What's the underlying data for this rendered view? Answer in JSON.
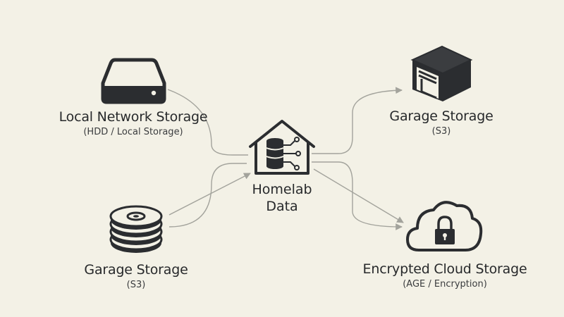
{
  "colors": {
    "background": "#f3f1e6",
    "icon": "#2b2d30",
    "connector": "#a3a39c"
  },
  "center": {
    "icon": "house-database-icon",
    "title_line1": "Homelab",
    "title_line2": "Data"
  },
  "nodes": {
    "local_network": {
      "icon": "hard-drive-icon",
      "title": "Local Network Storage",
      "subtitle": "(HDD / Local Storage)"
    },
    "garage_left": {
      "icon": "disk-stack-icon",
      "title": "Garage Storage",
      "subtitle": "(S3)"
    },
    "garage_right": {
      "icon": "garage-icon",
      "title": "Garage Storage",
      "subtitle": "(S3)"
    },
    "encrypted_cloud": {
      "icon": "cloud-lock-icon",
      "title": "Encrypted Cloud Storage",
      "subtitle": "(AGE / Encryption)"
    }
  }
}
